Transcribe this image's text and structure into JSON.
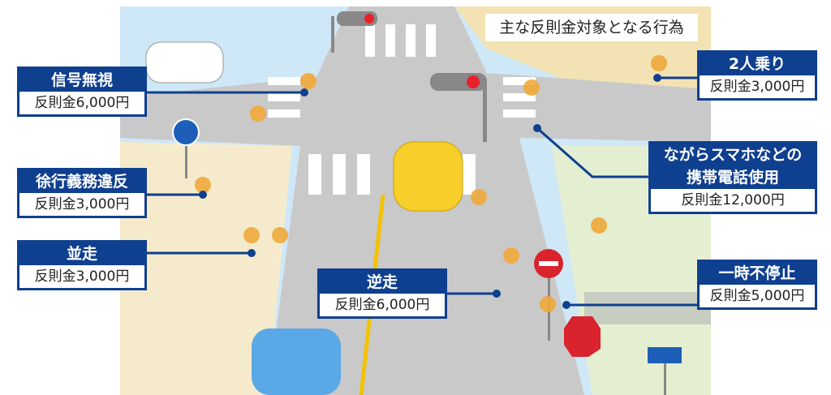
{
  "title": "主な反則金対象となる行為",
  "violations": [
    {
      "name": "信号無視",
      "fine": "反則金6,000円"
    },
    {
      "name": "徐行義務違反",
      "fine": "反則金3,000円"
    },
    {
      "name": "並走",
      "fine": "反則金3,000円"
    },
    {
      "name": "逆走",
      "fine": "反則金6,000円"
    },
    {
      "name": "2人乗り",
      "fine": "反則金3,000円"
    },
    {
      "name_line1": "ながらスマホなどの",
      "name_line2": "携帯電話使用",
      "fine": "反則金12,000円"
    },
    {
      "name": "一時不停止",
      "fine": "反則金5,000円"
    }
  ],
  "colors": {
    "label": "#0f3f8f",
    "sky": "#cfe8f8",
    "road": "#c9c9c9",
    "sand": "#f3e2b3",
    "grass": "#e4efd2"
  }
}
